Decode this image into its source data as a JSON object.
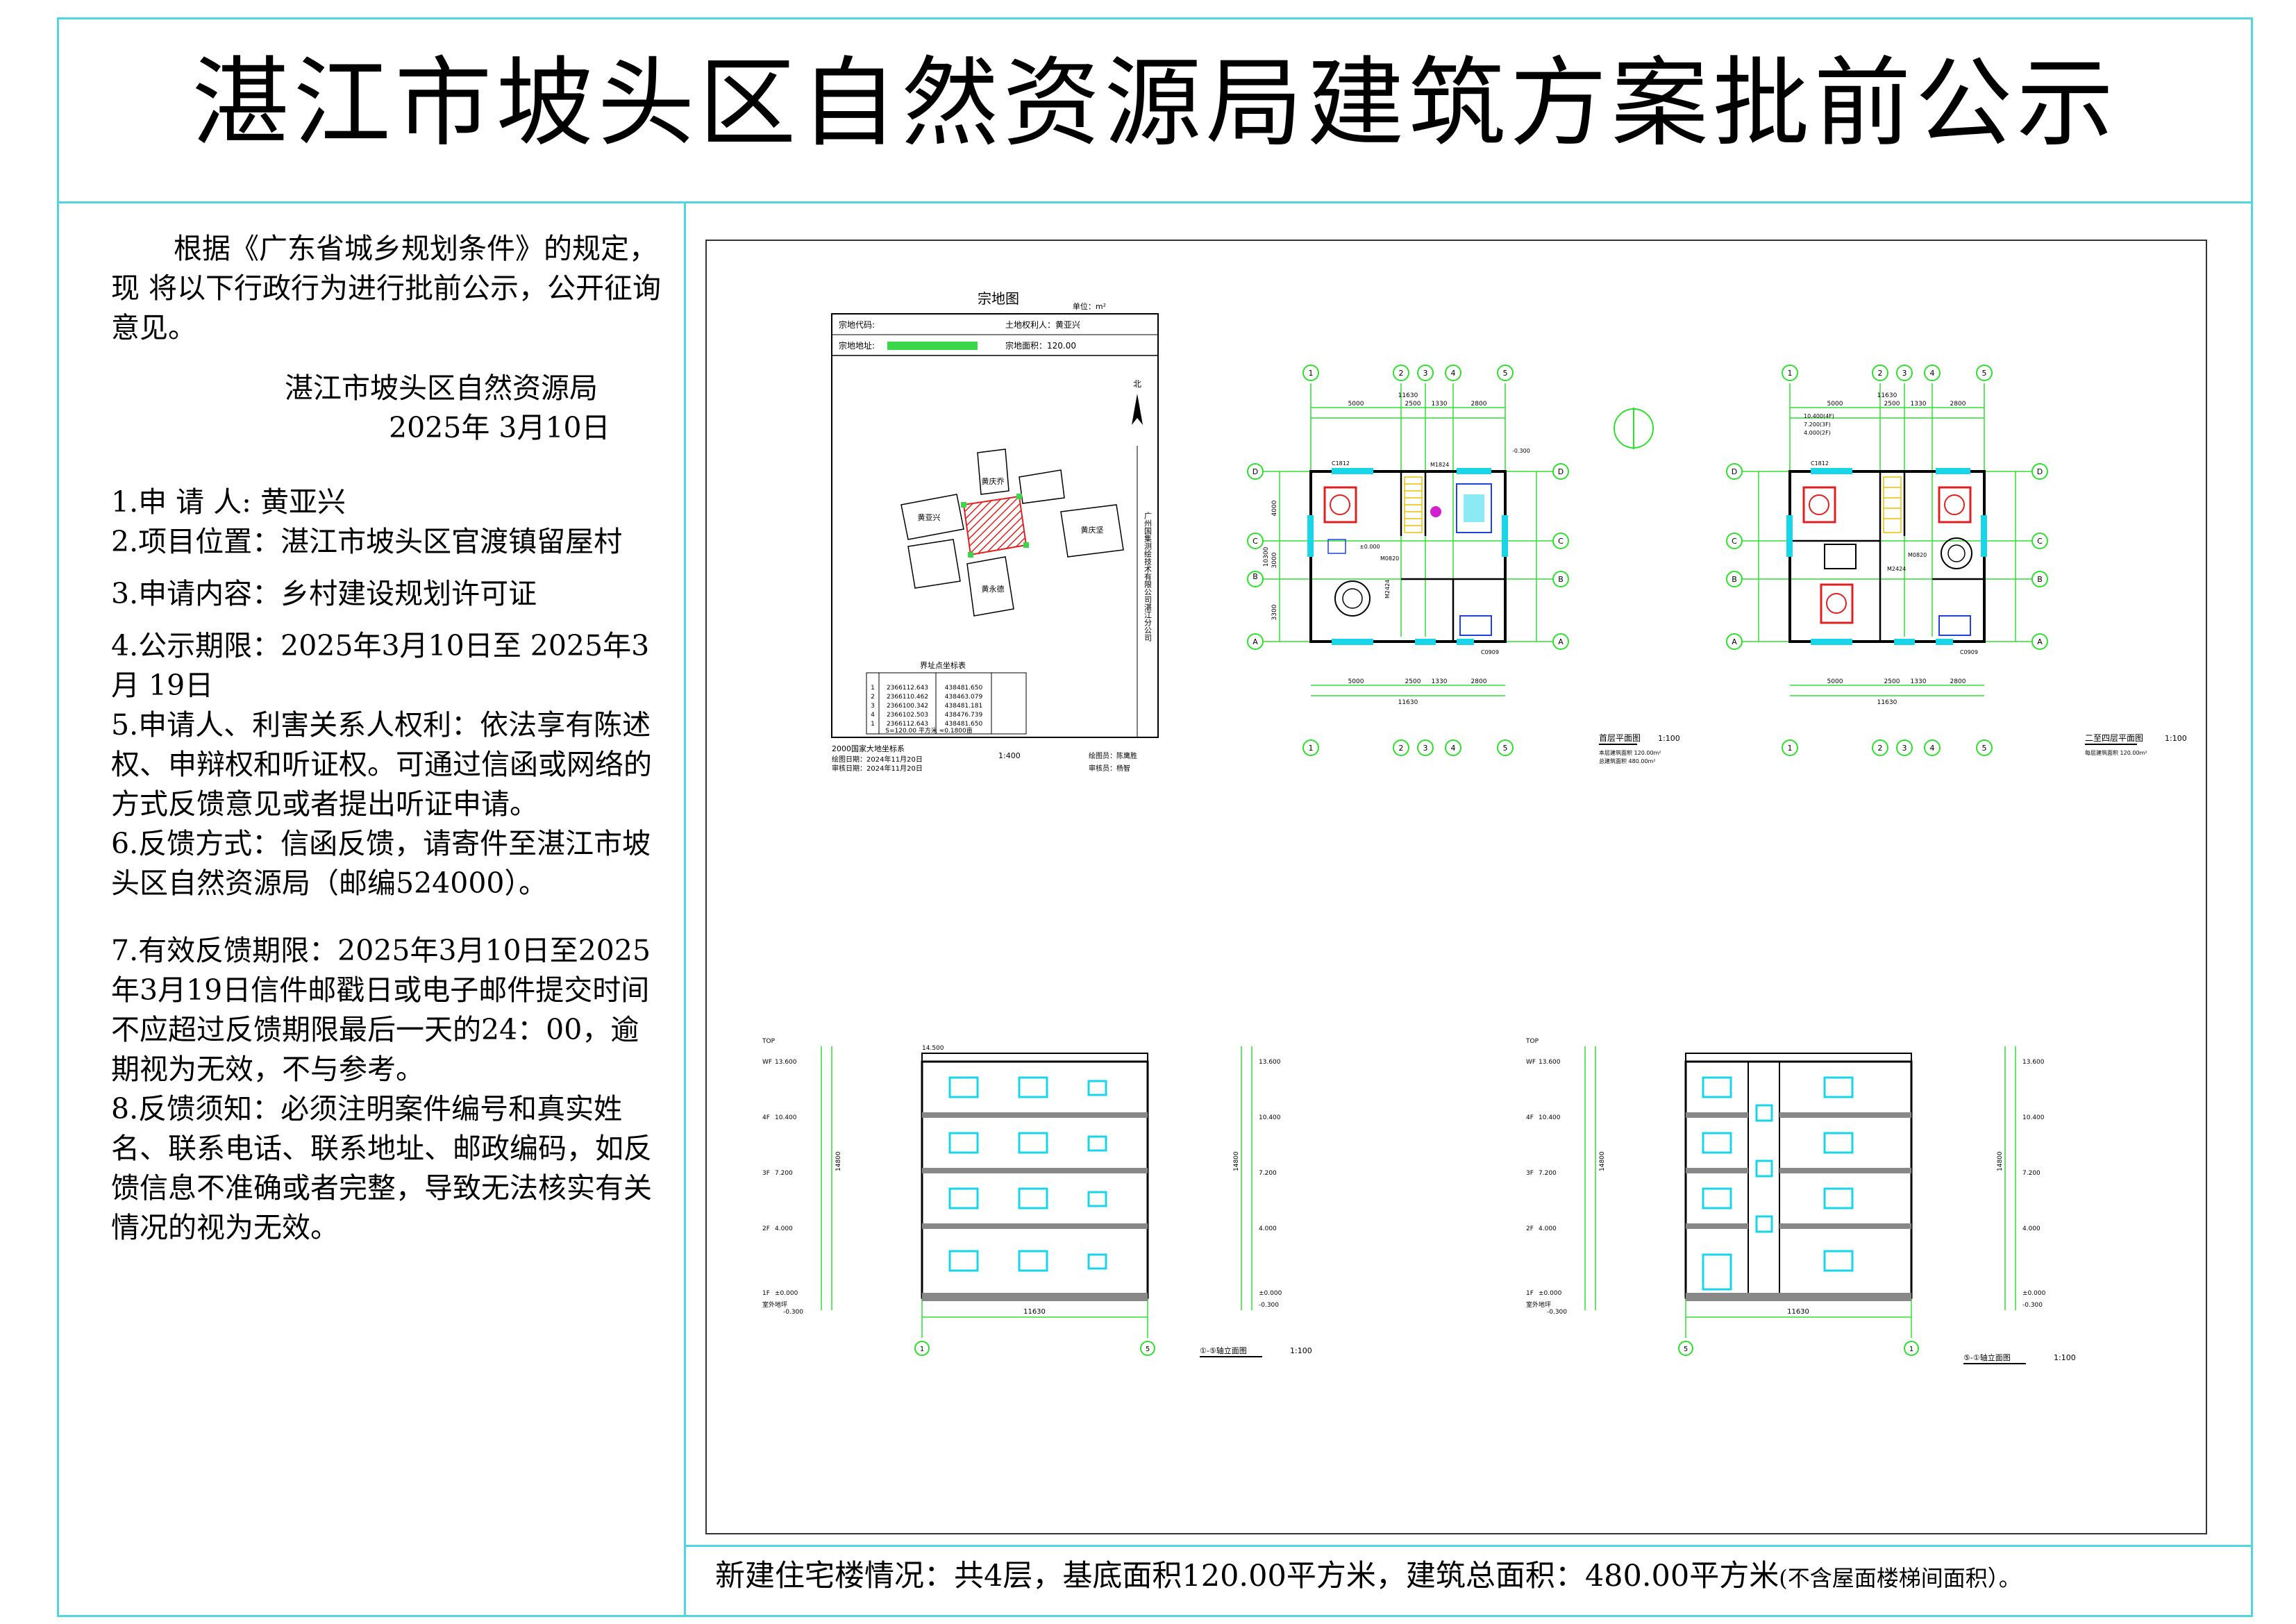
{
  "title": "湛江市坡头区自然资源局建筑方案批前公示",
  "intro": "根据《广东省城乡规划条件》的规定，现 将以下行政行为进行批前公示，公开征询意见。",
  "org": "湛江市坡头区自然资源局",
  "date": "2025年 3月10日",
  "items": [
    "1.申 请 人: 黄亚兴",
    "2.项目位置：湛江市坡头区官渡镇留屋村",
    "3.申请内容：乡村建设规划许可证",
    "4.公示期限：2025年3月10日至 2025年3月 19日",
    "5.申请人、利害关系人权利：依法享有陈述权、申辩权和听证权。可通过信函或网络的方式反馈意见或者提出听证申请。",
    "6.反馈方式：信函反馈，请寄件至湛江市坡头区自然资源局（邮编524000）。",
    "7.有效反馈期限：2025年3月10日至2025年3月19日信件邮戳日或电子邮件提交时间不应超过反馈期限最后一天的24：00，逾期视为无效，不与参考。",
    "8.反馈须知：必须注明案件编号和真实姓名、联系电话、联系地址、邮政编码，如反馈信息不准确或者完整，导致无法核实有关情况的视为无效。"
  ],
  "bottom_main": "新建住宅楼情况：共4层，基底面积120.00平方米，建筑总面积：480.00平方米",
  "bottom_small": "(不含屋面楼梯间面积）。",
  "site_plan": {
    "title": "宗地图",
    "unit": "单位：m²",
    "code_label": "宗地代码:",
    "owner_label": "土地权利人：黄亚兴",
    "address_label": "宗地地址:",
    "area_label": "宗地面积：120.00",
    "neighbors": [
      "黄庆乔",
      "黄亚兴",
      "黄庆坚",
      "黄永德"
    ],
    "coord_table_title": "界址点坐标表",
    "coord_rows": [
      [
        "1",
        "2366112.643",
        "438481.650"
      ],
      [
        "2",
        "2366110.462",
        "438463.079"
      ],
      [
        "3",
        "2366100.342",
        "438481.181"
      ],
      [
        "4",
        "2366102.503",
        "438476.739"
      ],
      [
        "1",
        "2366112.643",
        "438481.650"
      ]
    ],
    "coord_area": "S=120.00 平方米 ≈0.1800亩",
    "system": "2000国家大地坐标系",
    "scale": "1:400",
    "draw_date": "绘图日期：2024年11月20日",
    "check_date": "审核日期：2024年11月20日",
    "drawer": "绘图员：陈鹰胜",
    "checker": "审核员：杨智",
    "north": "北",
    "company": "广州国集测绘技术有限公司湛江分公司"
  },
  "plan1": {
    "caption": "首层平面图",
    "scale": "1:100",
    "note1": "本层建筑面积 120.00m²",
    "note2": "总建筑面积 480.00m²",
    "dims_top": [
      "5000",
      "2500",
      "1330",
      "2800"
    ],
    "total_width": "11630",
    "axes_v": [
      "1",
      "2",
      "3",
      "4",
      "5"
    ],
    "axes_h": [
      "A",
      "B",
      "C",
      "D"
    ],
    "dims_left": [
      "3300",
      "3000",
      "4000"
    ],
    "total_height": "10300",
    "levels": [
      "±0.000",
      "-0.300"
    ],
    "openings": [
      "C1812",
      "M1824",
      "M0820",
      "C0909",
      "M2424"
    ]
  },
  "plan2": {
    "caption": "二至四层平面图",
    "scale": "1:100",
    "note": "每层建筑面积 120.00m²",
    "levels": [
      "10.400(4F)",
      "7.200(3F)",
      "4.000(2F)"
    ],
    "openings": [
      "C1812",
      "M0820",
      "M2424",
      "C0909"
    ]
  },
  "elev1": {
    "caption": "①-⑤轴立面图",
    "scale": "1:100",
    "top_level": "14.500",
    "width": "11630",
    "axes": [
      "1",
      "5"
    ],
    "levels": [
      "13.600",
      "10.400",
      "7.200",
      "4.000",
      "±0.000",
      "-0.300"
    ],
    "floor_labels": [
      "TOP",
      "WF",
      "4F",
      "3F",
      "2F",
      "1F",
      "室外地坪"
    ],
    "height_total": "14800"
  },
  "elev2": {
    "caption": "⑤-①轴立面图",
    "scale": "1:100",
    "width": "11630",
    "axes": [
      "5",
      "1"
    ],
    "levels": [
      "13.600",
      "10.400",
      "7.200",
      "4.000",
      "±0.000",
      "-0.300"
    ],
    "floor_labels": [
      "TOP",
      "WF",
      "4F",
      "3F",
      "2F",
      "1F",
      "室外地坪"
    ],
    "height_total": "14800"
  }
}
